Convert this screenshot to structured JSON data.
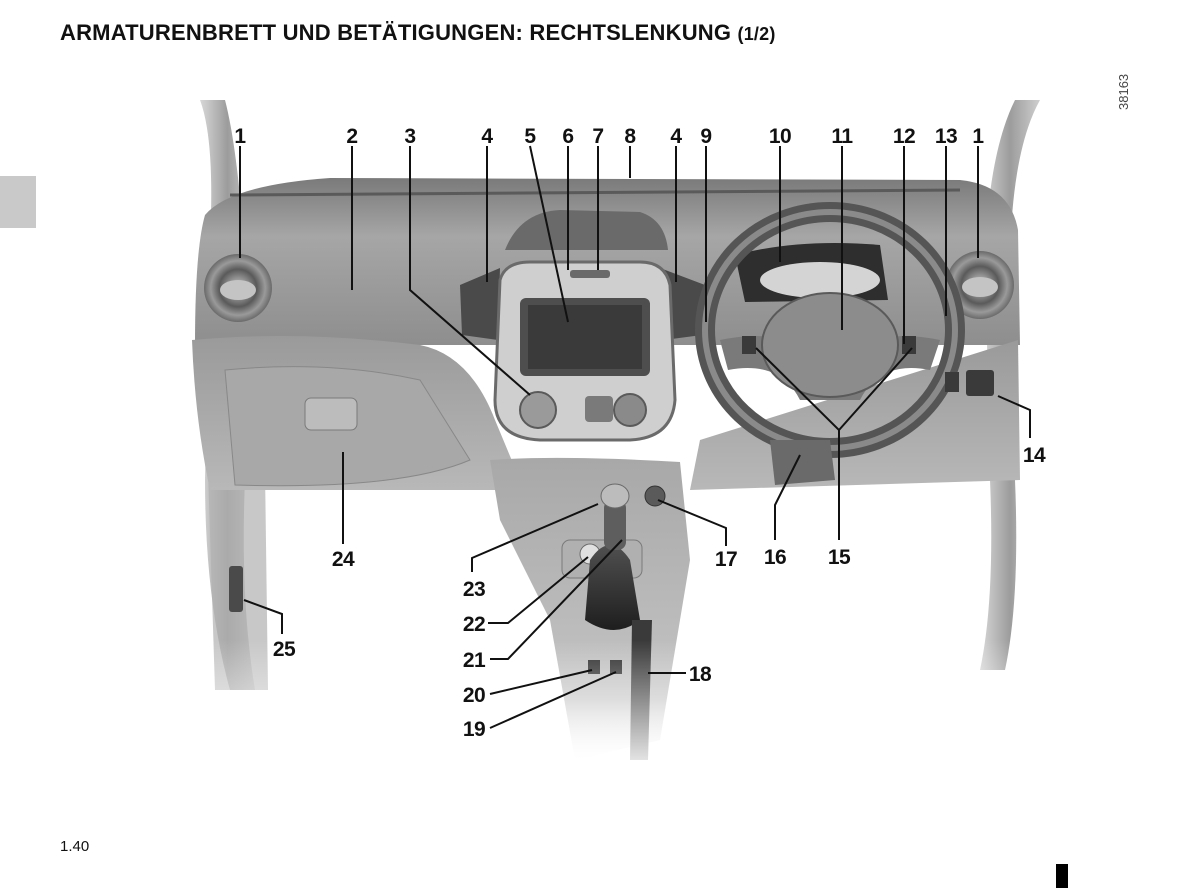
{
  "header": {
    "title": "ARMATURENBRETT UND BETÄTIGUNGEN: RECHTSLENKUNG",
    "title_suffix": "(1/2)"
  },
  "figure": {
    "ref_code": "38163",
    "callouts": {
      "top": [
        "1",
        "2",
        "3",
        "4",
        "5",
        "6",
        "7",
        "8",
        "4",
        "9",
        "10",
        "11",
        "12",
        "13",
        "1"
      ],
      "right": [
        "14",
        "16",
        "15",
        "17",
        "18"
      ],
      "left": [
        "24",
        "25",
        "23",
        "22",
        "21",
        "20",
        "19"
      ]
    }
  },
  "footer": {
    "page_number": "1.40"
  }
}
